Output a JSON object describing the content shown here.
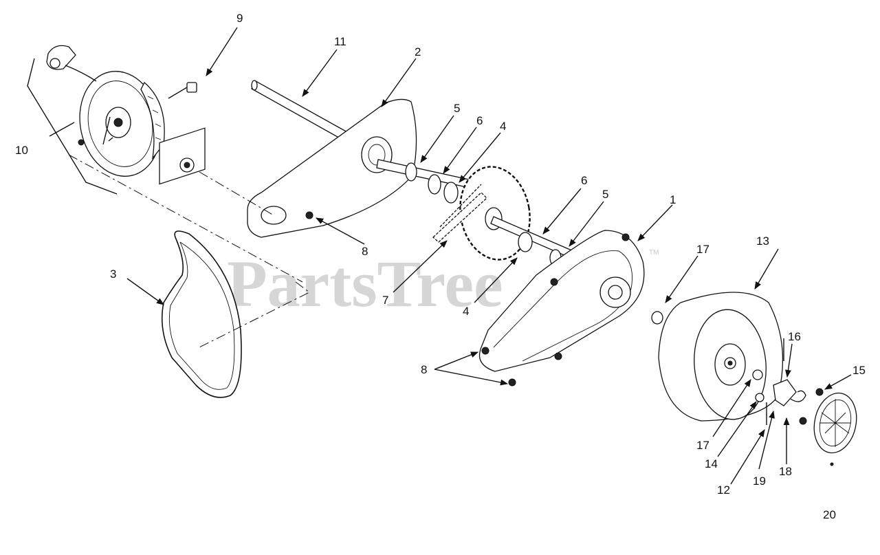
{
  "watermark": {
    "text": "PartsTree",
    "trademark": "TM"
  },
  "callouts": {
    "c1": "1",
    "c2": "2",
    "c3": "3",
    "c4a": "4",
    "c4b": "4",
    "c5a": "5",
    "c5b": "5",
    "c6a": "6",
    "c6b": "6",
    "c7": "7",
    "c8a": "8",
    "c8b": "8",
    "c9": "9",
    "c10": "10",
    "c11": "11",
    "c12": "12",
    "c13": "13",
    "c14": "14",
    "c15": "15",
    "c16": "16",
    "c17a": "17",
    "c17b": "17",
    "c18": "18",
    "c19": "19",
    "c20": "20"
  },
  "colors": {
    "line": "#111111",
    "watermark": "#c9c9c9",
    "background": "#ffffff"
  }
}
